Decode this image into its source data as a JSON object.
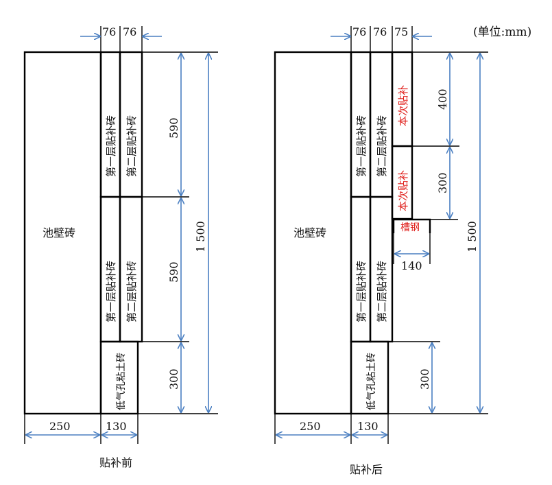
{
  "unit_note": "(单位:mm)",
  "before": {
    "caption": "贴补前",
    "pool_wall": "池壁砖",
    "layer1": "第一层贴补砖",
    "layer2": "第二层贴补砖",
    "bottom_brick": "低气孔粘土砖",
    "dim_top_a": "76",
    "dim_top_b": "76",
    "dim_590_upper": "590",
    "dim_590_lower": "590",
    "dim_300": "300",
    "dim_total": "1 500",
    "dim_250": "250",
    "dim_130": "130"
  },
  "after": {
    "caption": "贴补后",
    "pool_wall": "池壁砖",
    "layer1": "第一层贴补砖",
    "layer2": "第二层贴补砖",
    "patch": "本次贴补",
    "patch_lower": "本次贴补",
    "channel_steel": "槽钢",
    "bottom_brick": "低气孔粘土砖",
    "dim_top_a": "76",
    "dim_top_b": "76",
    "dim_top_c": "75",
    "dim_400": "400",
    "dim_300_mid": "300",
    "dim_140": "140",
    "dim_300_low": "300",
    "dim_total": "1 500",
    "dim_250": "250",
    "dim_130": "130"
  },
  "colors": {
    "dimension": "#4a7fc1",
    "patch_text": "#e0231f"
  }
}
